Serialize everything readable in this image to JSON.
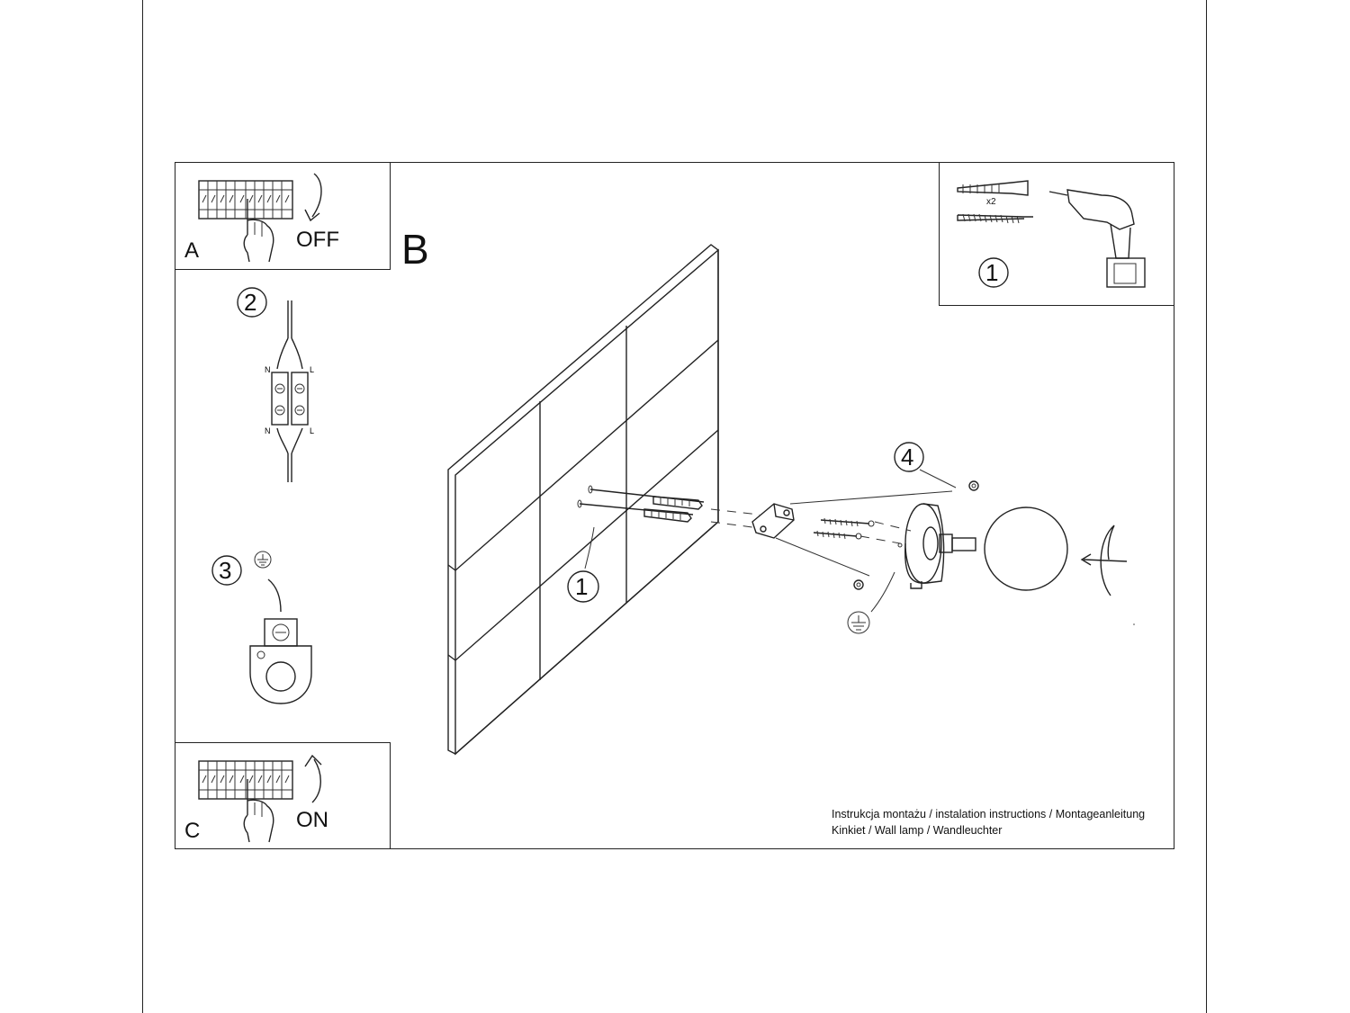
{
  "steps": {
    "a": {
      "letter": "A",
      "action": "OFF"
    },
    "b": {
      "letter": "B"
    },
    "c": {
      "letter": "C",
      "action": "ON"
    }
  },
  "callouts": {
    "n1_kit": "1",
    "n1_wall": "1",
    "n2": "2",
    "n3": "3",
    "n4": "4"
  },
  "kit": {
    "dowel_qty": "x2"
  },
  "terminals": {
    "n_top": "N",
    "l_top": "L",
    "n_bottom": "N",
    "l_bottom": "L"
  },
  "caption": {
    "line1": "Instrukcja montażu / instalation instructions / Montageanleitung",
    "line2": "Kinkiet / Wall lamp / Wandleuchter"
  },
  "icons": [
    "breaker-panel-icon",
    "hand-icon",
    "curved-arrow-icon",
    "drill-icon",
    "dowel-icon",
    "screw-icon",
    "terminal-block-icon",
    "ground-symbol-icon",
    "rotate-arrow-icon"
  ]
}
